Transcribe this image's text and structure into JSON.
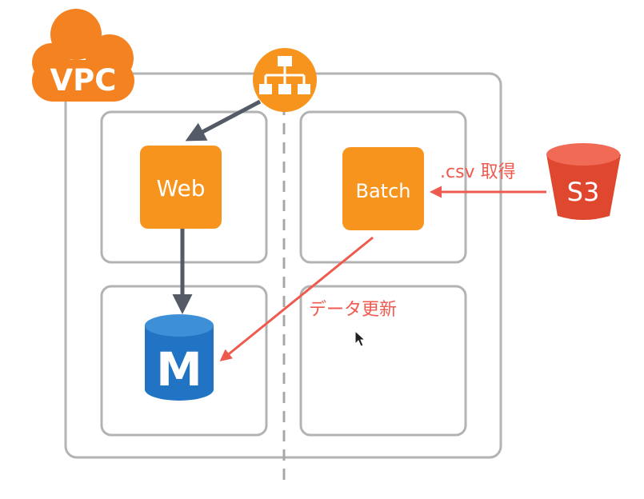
{
  "vpc": {
    "label": "VPC"
  },
  "nodes": {
    "web": {
      "label": "Web"
    },
    "batch": {
      "label": "Batch"
    },
    "database": {
      "label": "M"
    },
    "s3": {
      "label": "S3"
    }
  },
  "edges": {
    "s3_to_batch": {
      "label": ".csv 取得"
    },
    "batch_to_db": {
      "label": "データ更新"
    }
  },
  "colors": {
    "aws_orange": "#f7941d",
    "vpc_cloud": "#f58220",
    "db_blue": "#2074c3",
    "s3_red": "#e0472f",
    "arrow_red": "#ef5a4f",
    "arrow_gray": "#555b66",
    "border_gray": "#b3b3b3"
  }
}
